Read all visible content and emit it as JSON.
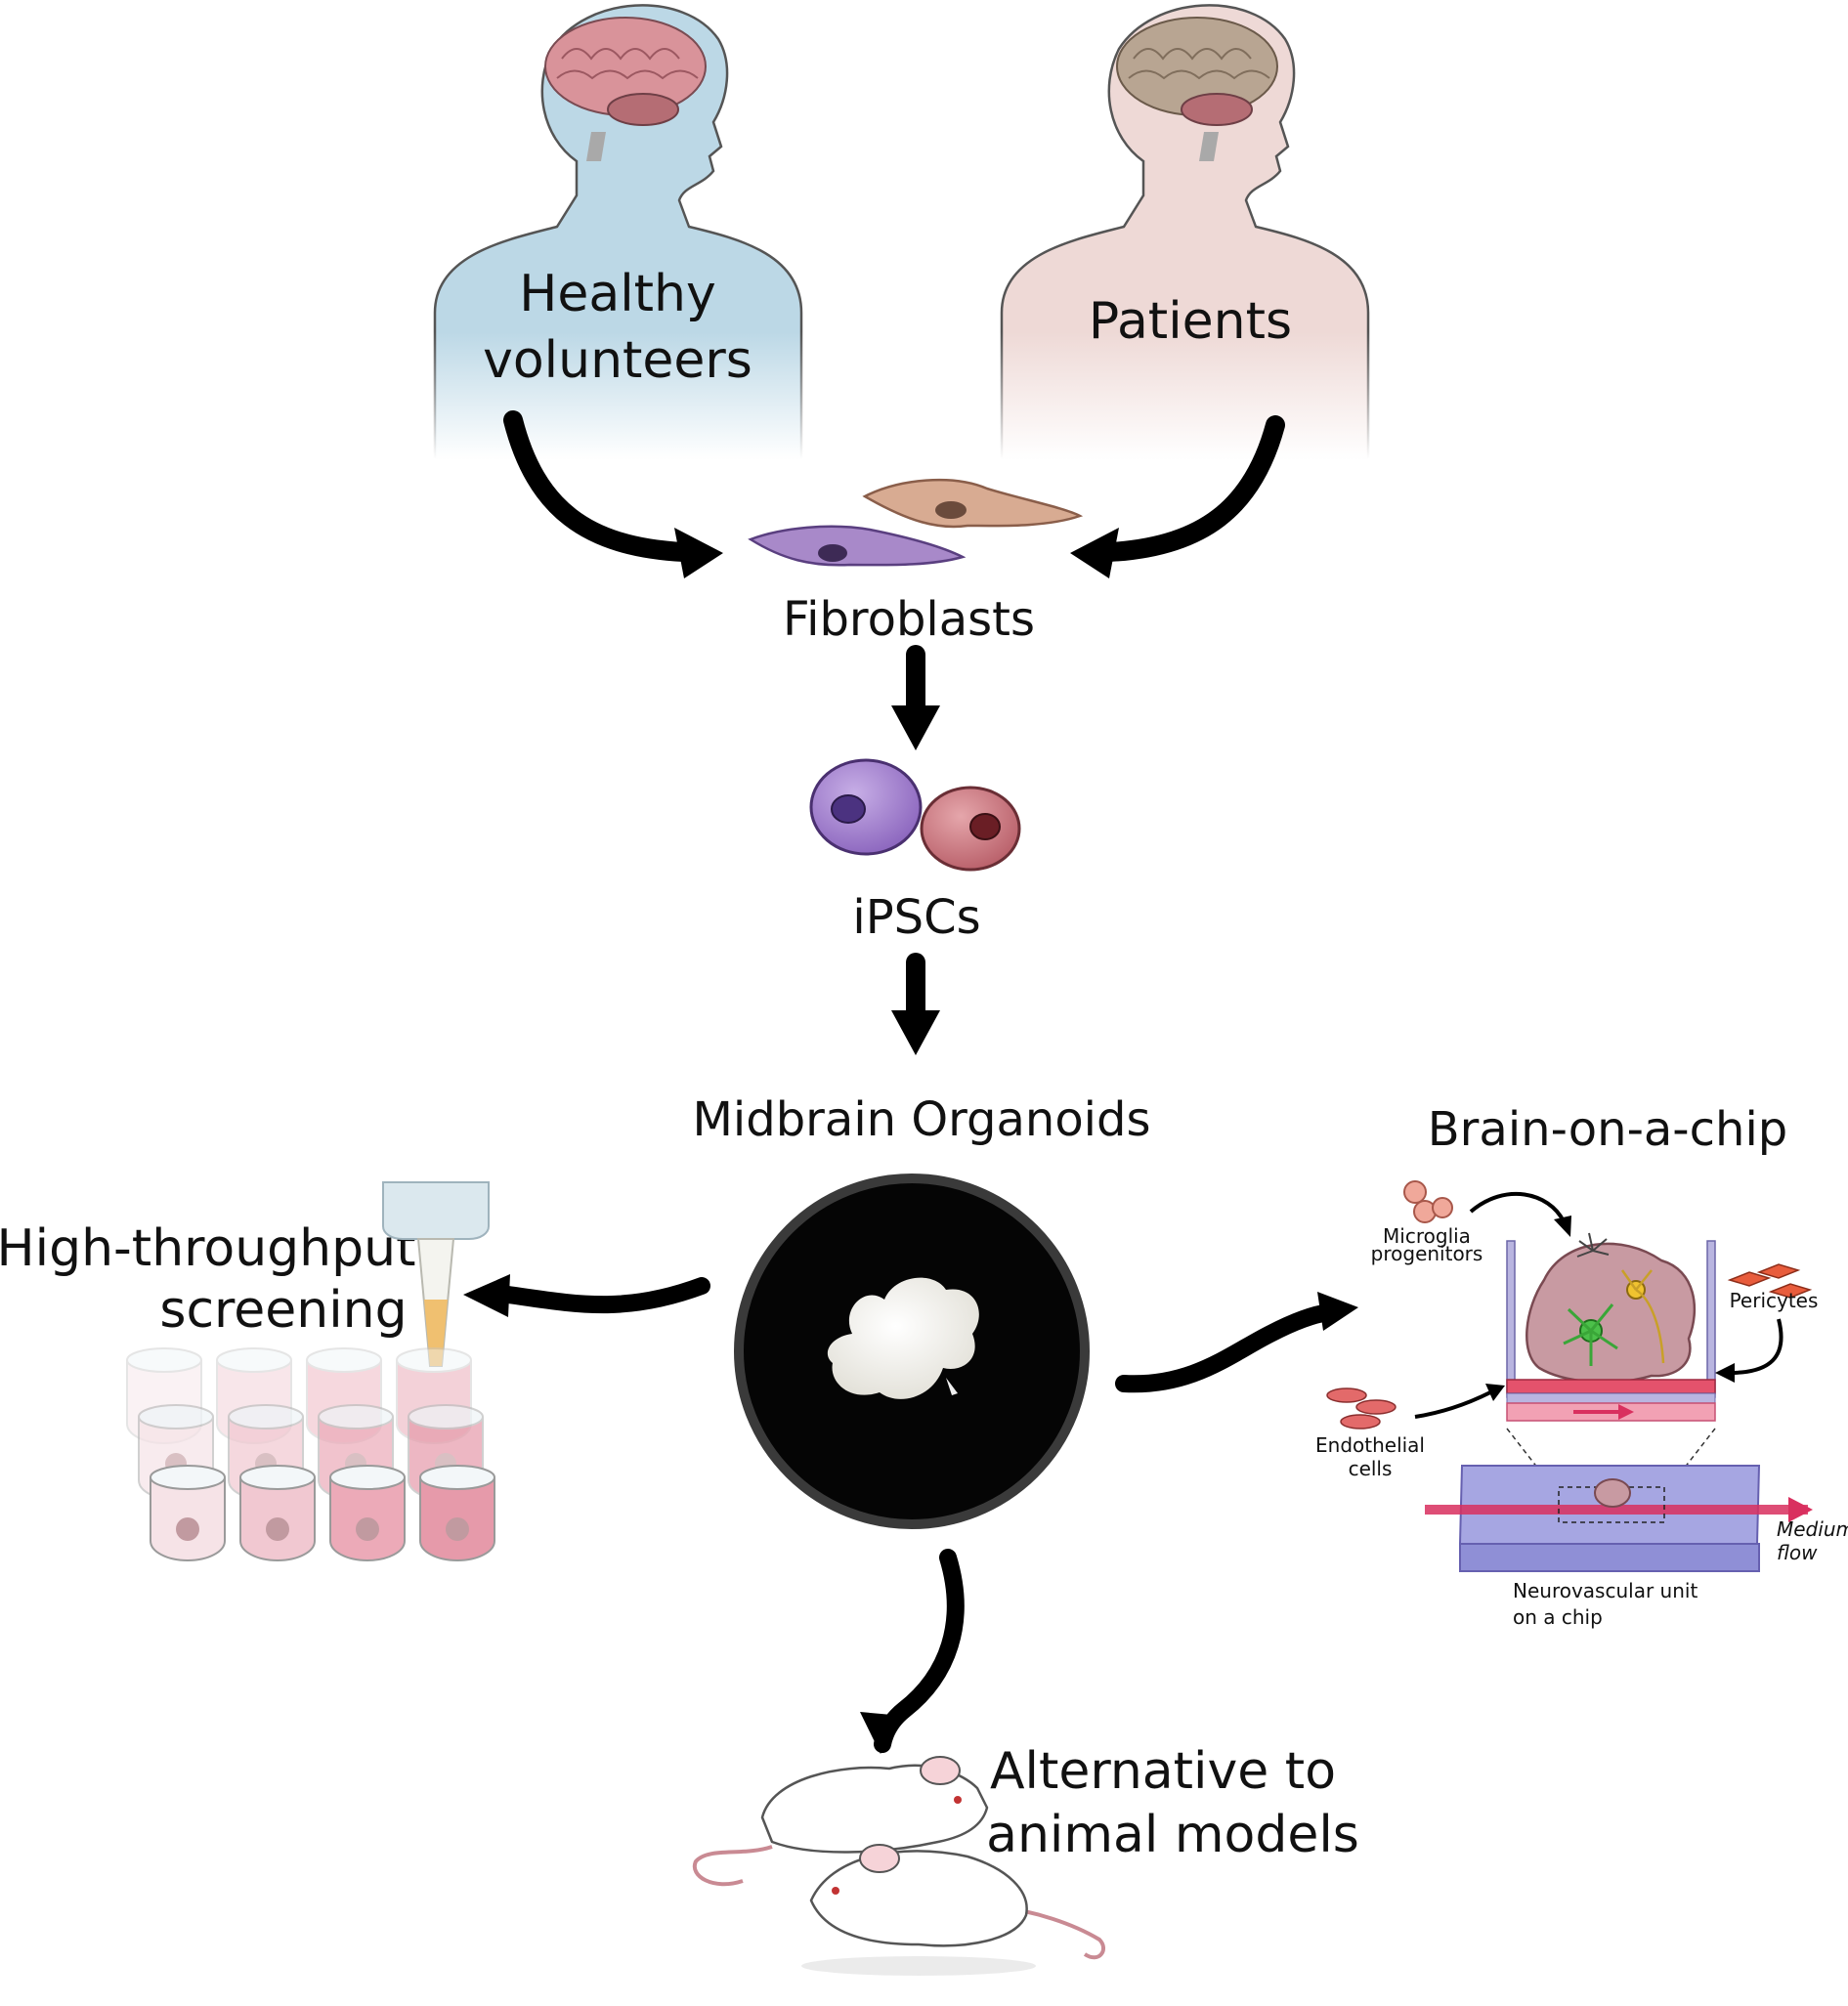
{
  "labels": {
    "healthy_line1": "Healthy",
    "healthy_line2": "volunteers",
    "patients": "Patients",
    "fibroblasts": "Fibroblasts",
    "ipscs": "iPSCs",
    "midbrain_organoids": "Midbrain Organoids",
    "hts_line1": "High-throughput",
    "hts_line2": "screening",
    "brain_on_chip": "Brain-on-a-chip",
    "alt_line1": "Alternative to",
    "alt_line2": "animal models"
  },
  "chip_labels": {
    "microglia_line1": "Microglia",
    "microglia_line2": "progenitors",
    "pericytes": "Pericytes",
    "endothelial_line1": "Endothelial",
    "endothelial_line2": "cells",
    "medium_line1": "Medium",
    "medium_line2": "flow",
    "nvu_line1": "Neurovascular unit",
    "nvu_line2": "on a chip"
  },
  "colors": {
    "healthy_body": "#bcd8e6",
    "patient_body": "#eed9d6",
    "brain": "#d9939a",
    "fibroblast_purple": "#a889c9",
    "fibroblast_tan": "#d8ab92",
    "ipsc_purple": "#8f6cc0",
    "ipsc_red": "#c97078",
    "organoid_bg": "#050505",
    "arrow": "#000000",
    "well_pink": "#e7a5b3",
    "chip_blue": "#8f8fd6",
    "chip_pink": "#e0457a"
  }
}
